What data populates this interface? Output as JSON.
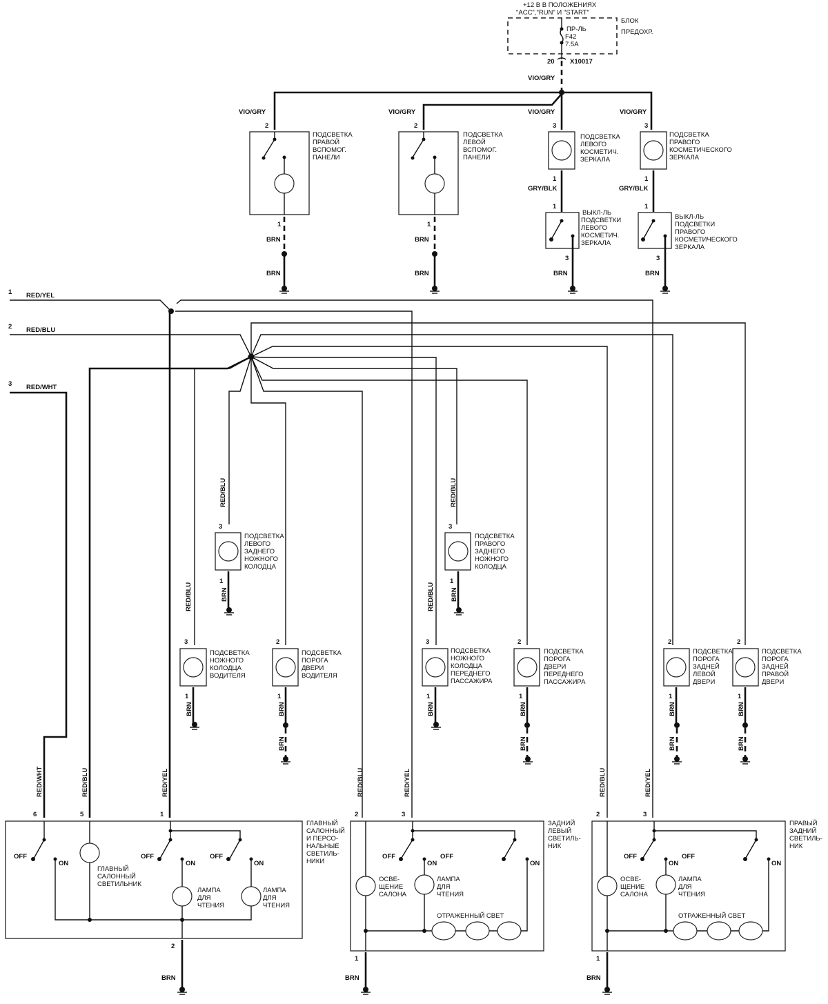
{
  "fuse_block": {
    "supply": "+12 В В ПОЛОЖЕНИЯХ",
    "supply_modes": "\"ACC\",\"RUN\" И \"START\"",
    "block_label_1": "БЛОК",
    "block_label_2": "ПРЕДОХР.",
    "fuse_label": "ПР-ЛЬ",
    "fuse_id": "F42",
    "fuse_rating": "7.5A",
    "pin": "20",
    "connector": "X10017",
    "wire": "VIO/GRY"
  },
  "wires": {
    "vio_gry": "VIO/GRY",
    "gry_blk": "GRY/BLK",
    "brn": "BRN",
    "red_yel": "RED/YEL",
    "red_blu": "RED/BLU",
    "red_wht": "RED/WHT"
  },
  "inputs": [
    {
      "pin": "1",
      "wire": "RED/YEL"
    },
    {
      "pin": "2",
      "wire": "RED/BLU"
    },
    {
      "pin": "3",
      "wire": "RED/WHT"
    }
  ],
  "upper_components": [
    {
      "lines": [
        "ПОДСВЕТКА",
        "ПРАВОЙ",
        "ВСПОМОГ.",
        "ПАНЕЛИ"
      ],
      "pin_in": "2",
      "pin_out": "1"
    },
    {
      "lines": [
        "ПОДСВЕТКА",
        "ЛЕВОЙ",
        "ВСПОМОГ.",
        "ПАНЕЛИ"
      ],
      "pin_in": "2",
      "pin_out": "1"
    },
    {
      "lines": [
        "ПОДСВЕТКА",
        "ЛЕВОГО",
        "КОСМЕТИЧ.",
        "ЗЕРКАЛА"
      ],
      "pin_in": "3",
      "pin_out": "1"
    },
    {
      "lines": [
        "ПОДСВЕТКА",
        "ПРАВОГО",
        "КОСМЕТИЧЕСКОГО",
        "ЗЕРКАЛА"
      ],
      "pin_in": "3",
      "pin_out": "1"
    }
  ],
  "mirror_switches": [
    {
      "lines": [
        "ВЫКЛ-ЛЬ",
        "ПОДСВЕТКИ",
        "ЛЕВОГО",
        "КОСМЕТИЧ.",
        "ЗЕРКАЛА"
      ],
      "pin_in": "1",
      "pin_out": "3"
    },
    {
      "lines": [
        "ВЫКЛ-ЛЬ",
        "ПОДСВЕТКИ",
        "ПРАВОГО",
        "КОСМЕТИЧЕСКОГО",
        "ЗЕРКАЛА"
      ],
      "pin_in": "1",
      "pin_out": "3"
    }
  ],
  "footwell_rear": [
    {
      "lines": [
        "ПОДСВЕТКА",
        "ЛЕВОГО",
        "ЗАДНЕГО",
        "НОЖНОГО",
        "КОЛОДЦА"
      ],
      "pin_in": "3",
      "pin_out": "1"
    },
    {
      "lines": [
        "ПОДСВЕТКА",
        "ПРАВОГО",
        "ЗАДНЕГО",
        "НОЖНОГО",
        "КОЛОДЦА"
      ],
      "pin_in": "3",
      "pin_out": "1"
    }
  ],
  "mid_lamps": [
    {
      "lines": [
        "ПОДСВЕТКА",
        "НОЖНОГО",
        "КОЛОДЦА",
        "ВОДИТЕЛЯ"
      ],
      "pin_in": "3",
      "pin_out": "1"
    },
    {
      "lines": [
        "ПОДСВЕТКА",
        "ПОРОГА",
        "ДВЕРИ",
        "ВОДИТЕЛЯ"
      ],
      "pin_in": "2",
      "pin_out": "1"
    },
    {
      "lines": [
        "ПОДСВЕТКА",
        "НОЖНОГО",
        "КОЛОДЦА",
        "ПЕРЕДНЕГО",
        "ПАССАЖИРА"
      ],
      "pin_in": "3",
      "pin_out": "1"
    },
    {
      "lines": [
        "ПОДСВЕТКА",
        "ПОРОГА",
        "ДВЕРИ",
        "ПЕРЕДНЕГО",
        "ПАССАЖИРА"
      ],
      "pin_in": "2",
      "pin_out": "1"
    },
    {
      "lines": [
        "ПОДСВЕТКА",
        "ПОРОГА",
        "ЗАДНЕЙ",
        "ЛЕВОЙ",
        "ДВЕРИ"
      ],
      "pin_in": "2",
      "pin_out": "1"
    },
    {
      "lines": [
        "ПОДСВЕТКА",
        "ПОРОГА",
        "ЗАДНЕЙ",
        "ПРАВОЙ",
        "ДВЕРИ"
      ],
      "pin_in": "2",
      "pin_out": "1"
    }
  ],
  "main_light": {
    "title_lines": [
      "ГЛАВНЫЙ",
      "САЛОННЫЙ",
      "И ПЕРСО-",
      "НАЛЬНЫЕ",
      "СВЕТИЛЬ-",
      "НИКИ"
    ],
    "pins": {
      "p6": "6",
      "p5": "5",
      "p1": "1",
      "p2": "2"
    },
    "main_lamp_lines": [
      "ГЛАВНЫЙ",
      "САЛОННЫЙ",
      "СВЕТИЛЬНИК"
    ],
    "reading_lamp_lines": [
      "ЛАМПА",
      "ДЛЯ",
      "ЧТЕНИЯ"
    ],
    "off": "OFF",
    "on": "ON"
  },
  "rear_left": {
    "title_lines": [
      "ЗАДНИЙ",
      "ЛЕВЫЙ",
      "СВЕТИЛЬ-",
      "НИК"
    ],
    "pins": {
      "p2": "2",
      "p3": "3",
      "p1": "1"
    }
  },
  "rear_right": {
    "title_lines": [
      "ПРАВЫЙ",
      "ЗАДНИЙ",
      "СВЕТИЛЬ-",
      "НИК"
    ],
    "pins": {
      "p2": "2",
      "p3": "3",
      "p1": "1"
    }
  },
  "rear_common": {
    "interior_lines": [
      "ОСВЕ-",
      "ЩЕНИЕ",
      "САЛОНА"
    ],
    "reading_lines": [
      "ЛАМПА",
      "ДЛЯ",
      "ЧТЕНИЯ"
    ],
    "reflected": "ОТРАЖЕННЫЙ СВЕТ",
    "off": "OFF",
    "on": "ON"
  }
}
